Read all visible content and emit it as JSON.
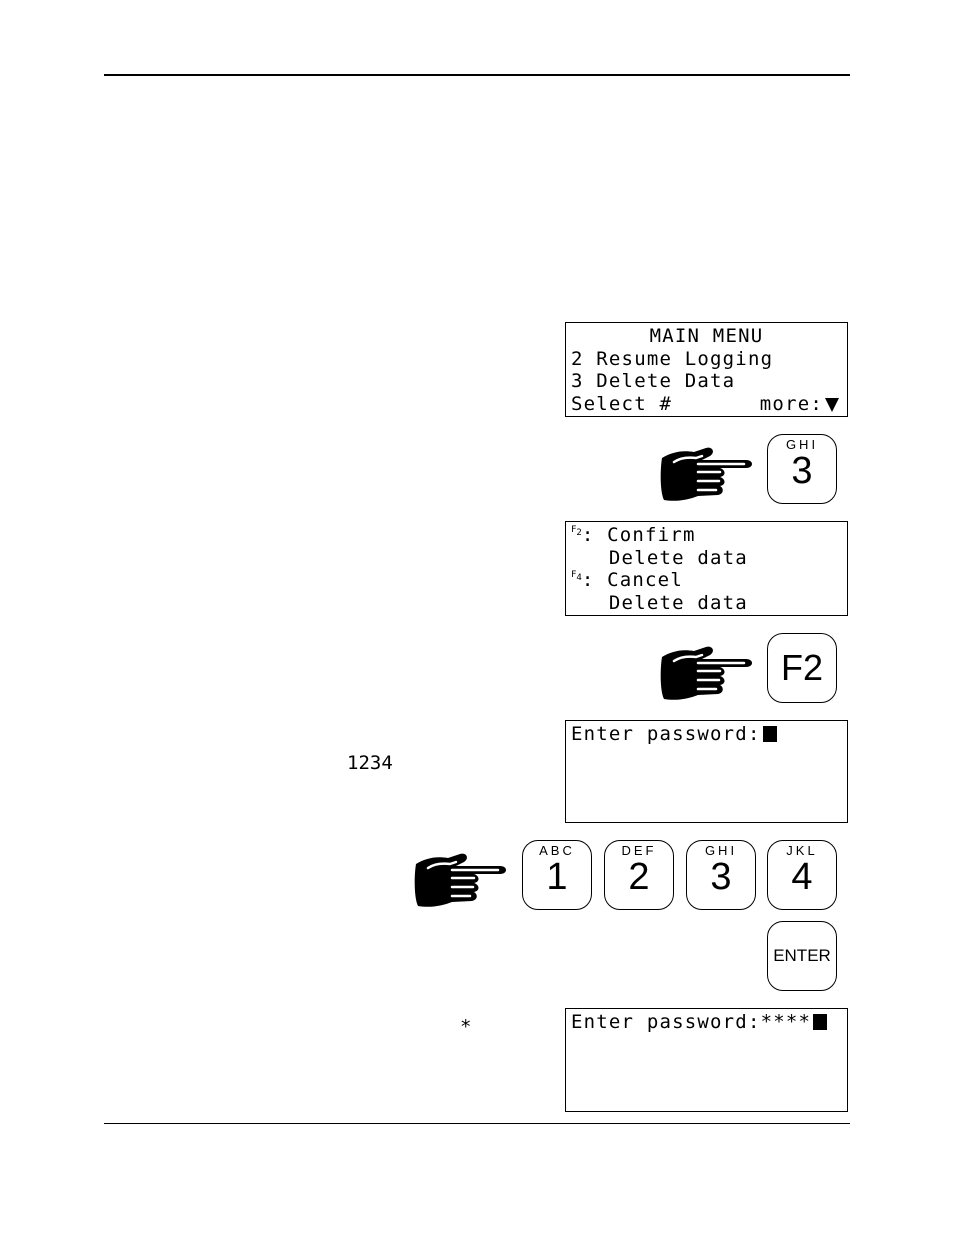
{
  "screens": {
    "main_menu": {
      "lines": [
        "MAIN MENU",
        "2 Resume Logging",
        "3 Delete Data"
      ],
      "prompt": "Select #",
      "more": "more:"
    },
    "confirm": {
      "f2_label": "F",
      "f2_sub": "2",
      "confirm_text": ": Confirm",
      "confirm_sub": "   Delete data",
      "f4_label": "F",
      "f4_sub": "4",
      "cancel_text": ": Cancel",
      "cancel_sub": "   Delete data"
    },
    "password_empty": {
      "prompt": "Enter password:"
    },
    "password_filled": {
      "prompt": "Enter password:",
      "masked": "****"
    }
  },
  "keys": {
    "key3_step1": {
      "letters": "GHI",
      "number": "3"
    },
    "f2": {
      "label": "F2"
    },
    "k1": {
      "letters": "ABC",
      "number": "1"
    },
    "k2": {
      "letters": "DEF",
      "number": "2"
    },
    "k3": {
      "letters": "GHI",
      "number": "3"
    },
    "k4": {
      "letters": "JKL",
      "number": "4"
    },
    "enter": {
      "label": "ENTER"
    }
  },
  "text_fragments": {
    "password_value": "1234",
    "asterisk": "*"
  }
}
